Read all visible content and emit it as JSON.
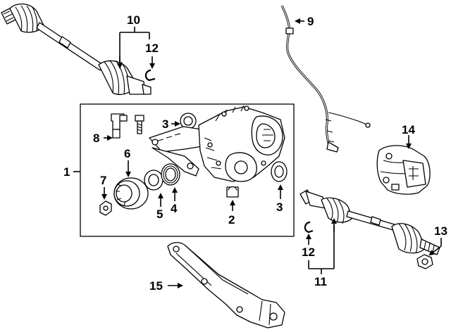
{
  "diagram": {
    "callouts": [
      {
        "id": "c1",
        "label": "1"
      },
      {
        "id": "c2",
        "label": "2"
      },
      {
        "id": "c3a",
        "label": "3"
      },
      {
        "id": "c3b",
        "label": "3"
      },
      {
        "id": "c4",
        "label": "4"
      },
      {
        "id": "c5",
        "label": "5"
      },
      {
        "id": "c6",
        "label": "6"
      },
      {
        "id": "c7",
        "label": "7"
      },
      {
        "id": "c8",
        "label": "8"
      },
      {
        "id": "c9",
        "label": "9"
      },
      {
        "id": "c10",
        "label": "10"
      },
      {
        "id": "c11",
        "label": "11"
      },
      {
        "id": "c12a",
        "label": "12"
      },
      {
        "id": "c12b",
        "label": "12"
      },
      {
        "id": "c13",
        "label": "13"
      },
      {
        "id": "c14",
        "label": "14"
      },
      {
        "id": "c15",
        "label": "15"
      }
    ]
  }
}
